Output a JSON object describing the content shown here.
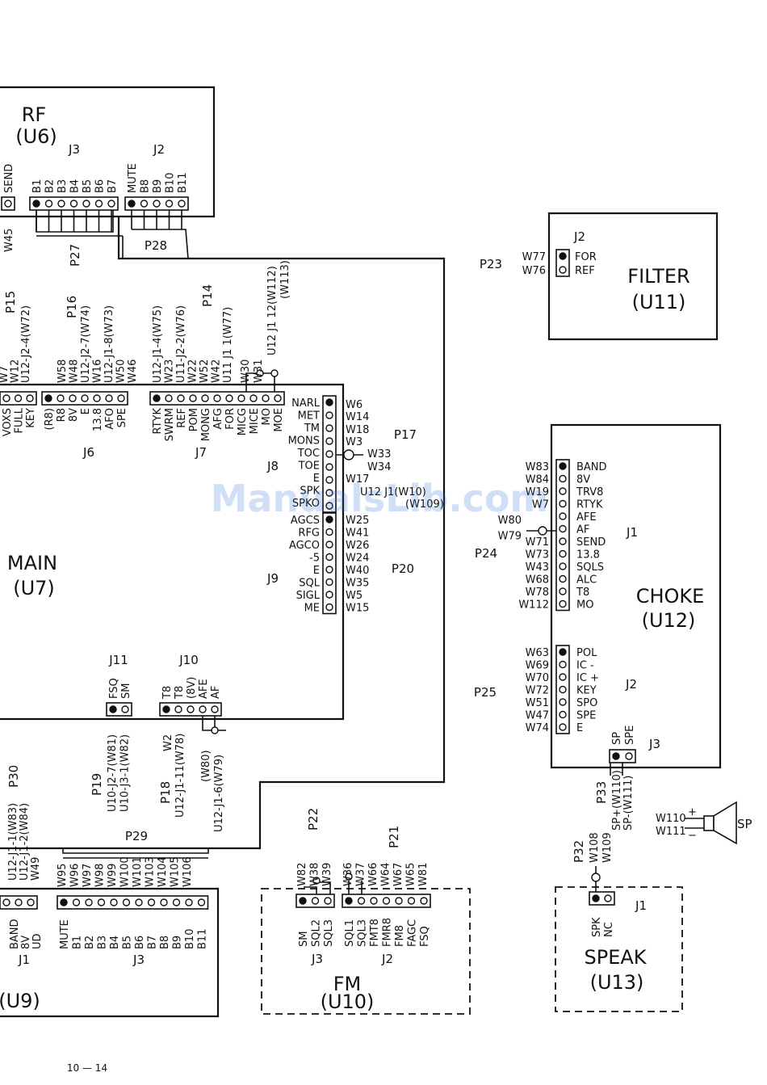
{
  "watermark": "ManualsLib.com",
  "page_number": "10 — 14",
  "modules": {
    "rf": {
      "name": "RF",
      "ref": "(U6)"
    },
    "main": {
      "name": "MAIN",
      "ref": "(U7)"
    },
    "filter": {
      "name": "FILTER",
      "ref": "(U11)"
    },
    "choke": {
      "name": "CHOKE",
      "ref": "(U12)"
    },
    "fm": {
      "name": "FM",
      "ref": "(U10)"
    },
    "speak": {
      "name": "SPEAK",
      "ref": "(U13)"
    },
    "u9": {
      "ref": "(U9)"
    }
  },
  "rf_connectors": {
    "send": "SEND",
    "j3": {
      "name": "J3",
      "pins": [
        "B1",
        "B2",
        "B3",
        "B4",
        "B5",
        "B6",
        "B7"
      ]
    },
    "j2": {
      "name": "J2",
      "pins": [
        "MUTE",
        "B8",
        "B9",
        "B10",
        "B11"
      ]
    },
    "w45": "W45"
  },
  "plugs": {
    "p27": "P27",
    "p28": "P28",
    "p15": "P15",
    "p16": "P16",
    "p14": "P14",
    "p17": "P17",
    "p20": "P20",
    "p19": "P19",
    "p18": "P18",
    "p29": "P29",
    "p30": "P30",
    "p22": "P22",
    "p21": "P21",
    "p23": "P23",
    "p24": "P24",
    "p25": "P25",
    "p33": "P33",
    "p32": "P32"
  },
  "p15_wires": [
    "W7",
    "W12",
    "U12-J2-4(W72)"
  ],
  "p16_wires": [
    "W58",
    "W48",
    "U12-J2-7(W74)",
    "W16",
    "U12-J1-8(W73)",
    "W50",
    "W46"
  ],
  "p14_wires": [
    "U12-J1-4(W75)",
    "W23",
    "U11-J2-2(W76)",
    "W22",
    "W52",
    "W42",
    "U11 J1 1(W77)",
    "W30",
    "W31",
    "U12 J1 12(W112)",
    "(W113)"
  ],
  "main_j5_pins": [
    "VOXS",
    "FULL",
    "KEY"
  ],
  "main_j6": {
    "name": "J6",
    "pins": [
      "(R8)",
      "R8",
      "8V",
      "E",
      "13.8",
      "AFO",
      "SPE"
    ]
  },
  "main_j7": {
    "name": "J7",
    "pins": [
      "RTYK",
      "SWRM",
      "REF",
      "POM",
      "MONG",
      "AFG",
      "FOR",
      "MICG",
      "MICE",
      "MO",
      "MOE"
    ]
  },
  "main_j8": {
    "name": "J8",
    "pins": [
      "NARL",
      "MET",
      "TM",
      "MONS",
      "TOC",
      "TOE",
      "E",
      "SPK",
      "SPKO"
    ]
  },
  "p17_wires": [
    "W6",
    "W14",
    "W18",
    "W3",
    "W33",
    "W34",
    "W17",
    "U12 J1(W10)",
    "(W109)"
  ],
  "main_j9": {
    "name": "J9",
    "pins": [
      "AGCS",
      "RFG",
      "AGCO",
      "-5",
      "E",
      "SQL",
      "SIGL",
      "ME"
    ]
  },
  "p20_wires": [
    "W25",
    "W41",
    "W26",
    "W24",
    "W40",
    "W35",
    "W5",
    "W15"
  ],
  "main_j11": {
    "name": "J11",
    "pins": [
      "FSQ",
      "SM"
    ]
  },
  "main_j10": {
    "name": "J10",
    "pins": [
      "T8",
      "T8",
      "(8V)",
      "AFE",
      "AF"
    ]
  },
  "p19_wires": [
    "U10-J2-7(W81)",
    "U10-J3-1(W82)"
  ],
  "p18_wires": [
    "W2",
    "U12-J1-11(W78)",
    "(W80)",
    "U12-J1-6(W79)"
  ],
  "filter_j2": {
    "name": "J2",
    "pins": [
      "FOR",
      "REF"
    ],
    "wires": [
      "W77",
      "W76"
    ]
  },
  "choke_j1": {
    "name": "J1",
    "pins": [
      "BAND",
      "8V",
      "TRV8",
      "RTYK",
      "AFE",
      "AF",
      "SEND",
      "13.8",
      "SQLS",
      "ALC",
      "T8",
      "MO"
    ],
    "wires": [
      "W83",
      "W84",
      "W19",
      "W7",
      "W80",
      "W79",
      "W71",
      "W73",
      "W43",
      "W68",
      "W78",
      "W112"
    ]
  },
  "choke_j2": {
    "name": "J2",
    "pins": [
      "POL",
      "IC -",
      "IC +",
      "KEY",
      "SPO",
      "SPE",
      "E"
    ],
    "wires": [
      "W63",
      "W69",
      "W70",
      "W72",
      "W51",
      "W47",
      "W74"
    ]
  },
  "choke_j3": {
    "name": "J3",
    "pins": [
      "SP",
      "SPE"
    ]
  },
  "p33_wires": [
    "SP+(W110)",
    "SP-(W111)"
  ],
  "speaker": {
    "label": "SP",
    "wires": [
      "W110",
      "W111"
    ],
    "plus": "+",
    "minus": "−"
  },
  "p32_wires": [
    "W108",
    "W109"
  ],
  "speak_j1": {
    "name": "J1",
    "pins": [
      "SPK",
      "NC"
    ]
  },
  "p30_wires": [
    "U12-J1-1(W83)",
    "U12-J1-2(W84)",
    "W49"
  ],
  "u9_j1": {
    "name": "J1",
    "pins": [
      "BAND",
      "8V",
      "UD"
    ]
  },
  "p29_wires": [
    "W95",
    "W96",
    "W97",
    "W98",
    "W99",
    "W100",
    "W101",
    "W103",
    "W104",
    "W105",
    "W106"
  ],
  "u9_j3": {
    "name": "J3",
    "pins": [
      "MUTE",
      "B1",
      "B2",
      "B3",
      "B4",
      "B5",
      "B6",
      "B7",
      "B8",
      "B9",
      "B10",
      "B11"
    ]
  },
  "p22_wires": [
    "W82",
    "W38",
    "W39"
  ],
  "fm_j3": {
    "name": "J3",
    "pins": [
      "SM",
      "SQL2",
      "SQL3"
    ]
  },
  "p21_wires": [
    "W36",
    "W37",
    "W66",
    "W64",
    "W67",
    "W65",
    "W81"
  ],
  "fm_j2": {
    "name": "J2",
    "pins": [
      "SQL1",
      "SQL3",
      "FMT8",
      "FMR8",
      "FM8",
      "FAGC",
      "FSQ"
    ]
  }
}
